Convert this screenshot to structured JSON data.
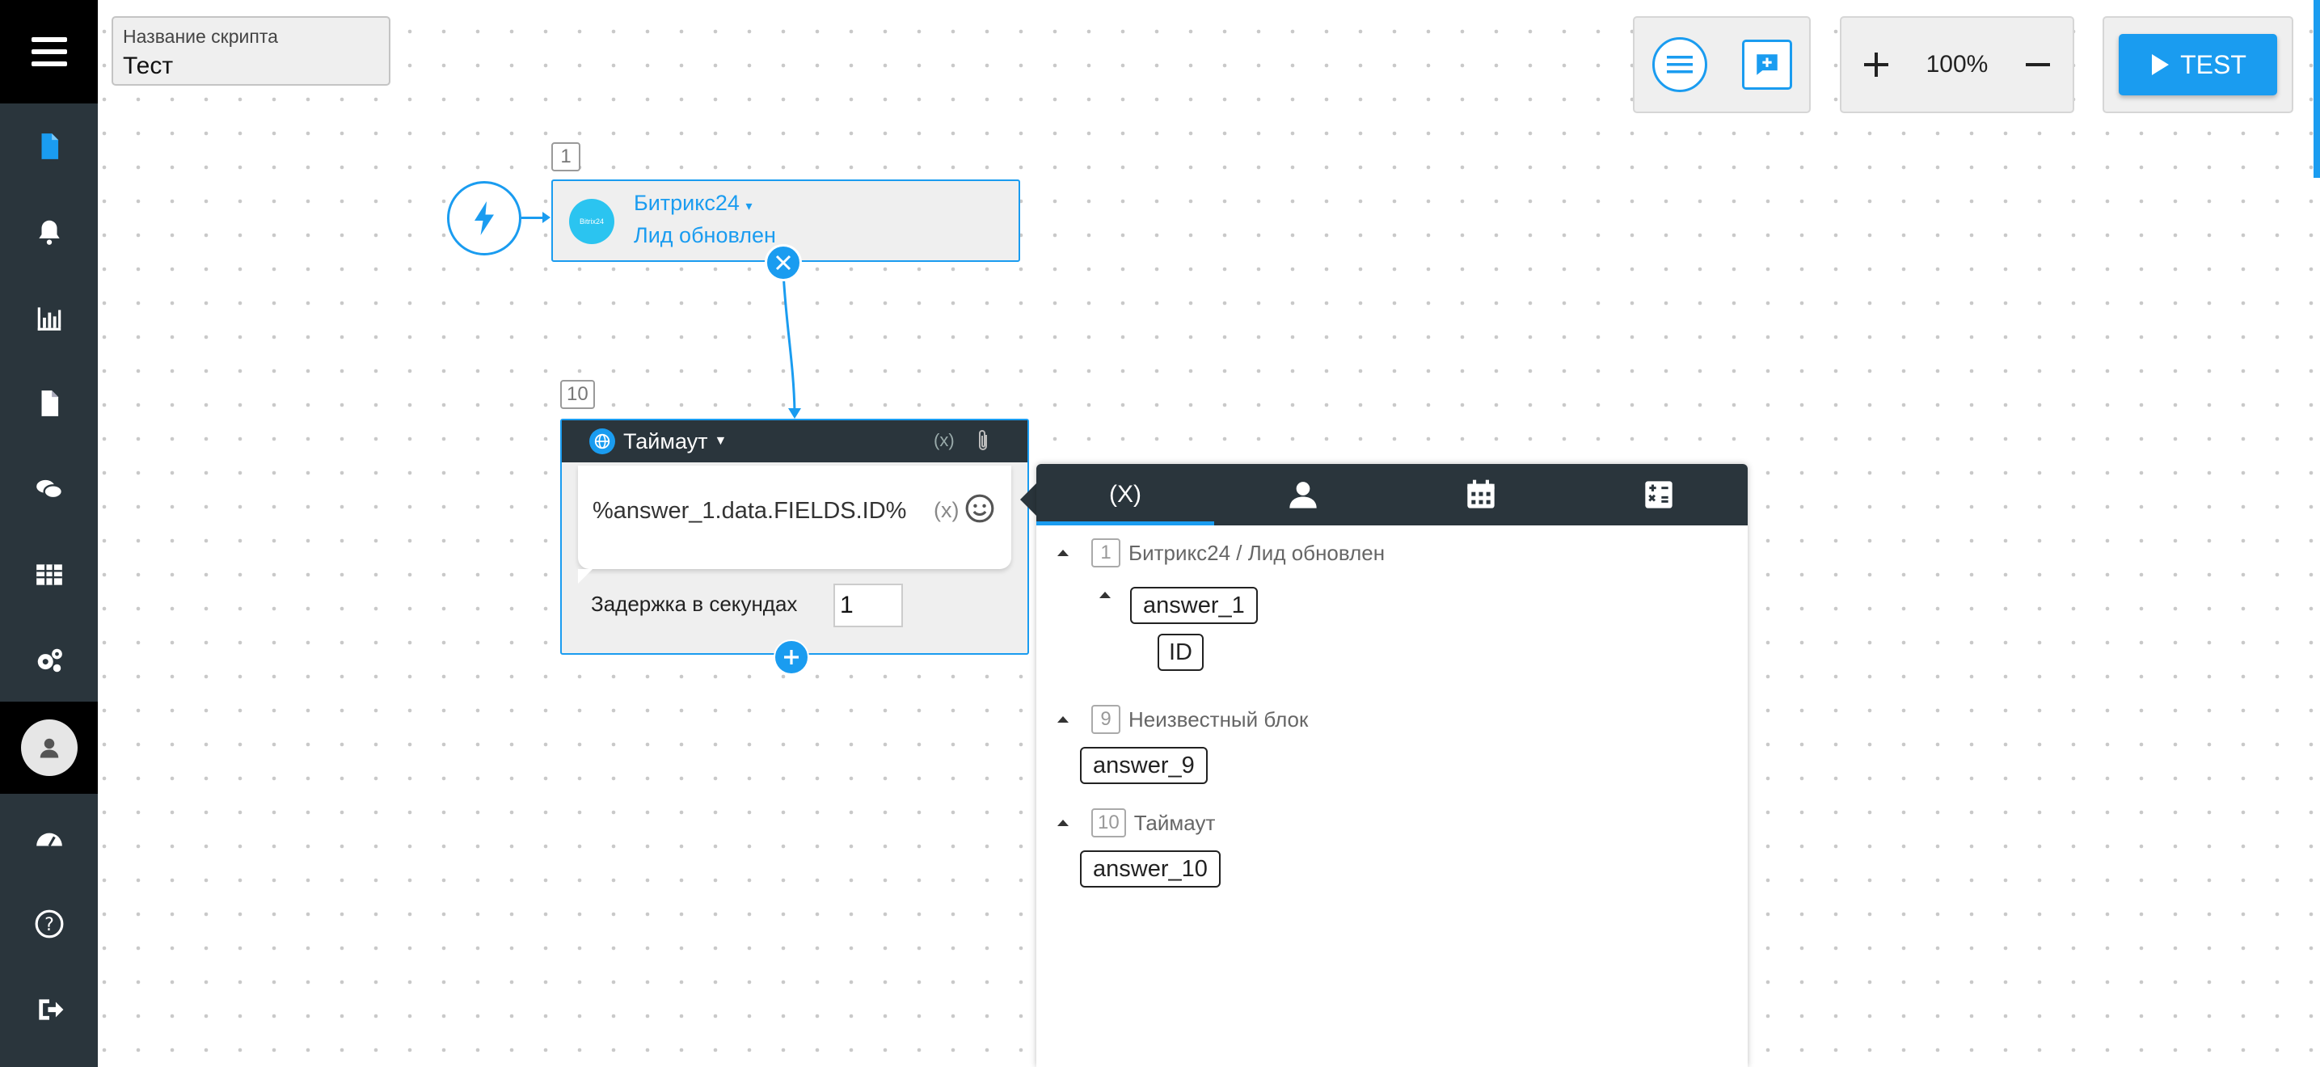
{
  "script_name": {
    "label": "Название скрипта",
    "value": "Тест"
  },
  "toolbar": {
    "zoom": "100%",
    "test_label": "TEST"
  },
  "nodes": {
    "trigger_badge": "1",
    "bitrix": {
      "title": "Битрикс24",
      "subtitle": "Лид обновлен",
      "logo_text": "Bitrix24"
    },
    "timeout": {
      "badge": "10",
      "title": "Таймаут",
      "var_label": "(x)",
      "message": "%answer_1.data.FIELDS.ID%",
      "message_var": "(x)",
      "delay_label": "Задержка в секундах",
      "delay_value": "1"
    }
  },
  "variables_panel": {
    "tabs": [
      {
        "label": "(X)",
        "icon": "variables-icon",
        "active": true
      },
      {
        "label": "",
        "icon": "user-icon"
      },
      {
        "label": "",
        "icon": "calendar-icon"
      },
      {
        "label": "",
        "icon": "calculator-icon"
      }
    ],
    "groups": [
      {
        "num": "1",
        "title": "Битрикс24 / Лид обновлен",
        "sub": "answer_1",
        "leaf": "ID"
      },
      {
        "num": "9",
        "title": "Неизвестный блок",
        "var": "answer_9"
      },
      {
        "num": "10",
        "title": "Таймаут",
        "var": "answer_10"
      }
    ]
  },
  "colors": {
    "accent": "#1a9cf0",
    "sidebar": "#2a353c",
    "active": "#000000"
  }
}
